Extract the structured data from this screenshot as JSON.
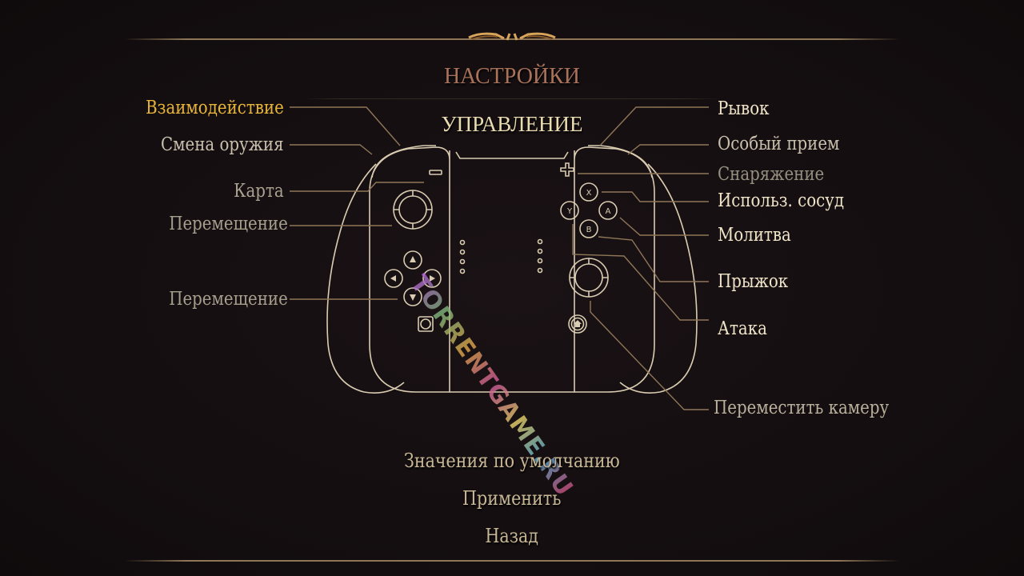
{
  "header": {
    "title": "НАСТРОЙКИ",
    "subtitle": "УПРАВЛЕНИЕ"
  },
  "colors": {
    "selected": "#e7b43a",
    "primary_text": "#efe3c8",
    "secondary_text": "#c8bfad",
    "dim_text": "#958f80",
    "title": "#a9725a",
    "subtitle": "#e9dcb0",
    "line": "#8f7657",
    "controller_outline": "#d9ccb1"
  },
  "left_bindings": [
    {
      "label": "Взаимодействие",
      "button": "ZL",
      "state": "selected"
    },
    {
      "label": "Смена оружия",
      "button": "L",
      "state": "normal"
    },
    {
      "label": "Карта",
      "button": "minus",
      "state": "normal"
    },
    {
      "label": "Перемещение",
      "button": "left-stick",
      "state": "normal"
    },
    {
      "label": "Перемещение",
      "button": "d-pad",
      "state": "normal"
    }
  ],
  "right_bindings": [
    {
      "label": "Рывок",
      "button": "ZR",
      "state": "bright"
    },
    {
      "label": "Особый прием",
      "button": "R",
      "state": "normal"
    },
    {
      "label": "Снаряжение",
      "button": "plus",
      "state": "dim"
    },
    {
      "label": "Использ. сосуд",
      "button": "X",
      "state": "bright"
    },
    {
      "label": "Молитва",
      "button": "A",
      "state": "bright"
    },
    {
      "label": "Прыжок",
      "button": "B",
      "state": "bright"
    },
    {
      "label": "Атака",
      "button": "Y",
      "state": "bright"
    },
    {
      "label": "Переместить камеру",
      "button": "right-stick",
      "state": "normal"
    }
  ],
  "controller": {
    "face_buttons": [
      "X",
      "A",
      "B",
      "Y"
    ],
    "icons": [
      "minus-icon",
      "plus-icon",
      "capture-icon",
      "home-icon",
      "dpad-up-icon",
      "dpad-left-icon",
      "dpad-right-icon",
      "dpad-down-icon"
    ]
  },
  "menu": {
    "defaults": "Значения по умолчанию",
    "apply": "Применить",
    "back": "Назад"
  },
  "watermark": "TORRENTGAME.RU"
}
